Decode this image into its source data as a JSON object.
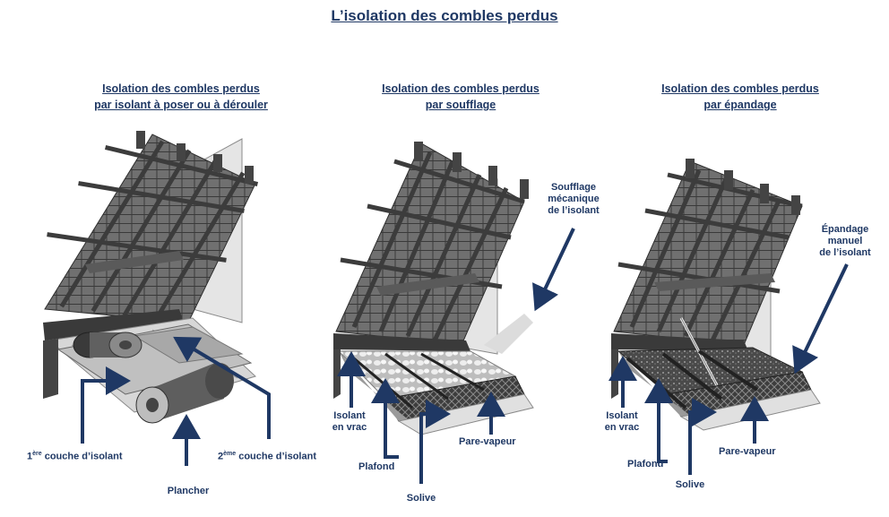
{
  "title": "L’isolation des combles perdus",
  "panels": [
    {
      "title_line1": "Isolation des combles perdus",
      "title_line2": "par isolant à poser ou à dérouler",
      "labels": {
        "layer1_prefix": "1",
        "layer1_sup": "ère",
        "layer1_suffix": " couche d’isolant",
        "layer2_prefix": "2",
        "layer2_sup": "ème",
        "layer2_suffix": " couche d’isolant",
        "floor": "Plancher"
      }
    },
    {
      "title_line1": "Isolation des combles perdus",
      "title_line2": "par soufflage",
      "labels": {
        "method_line1": "Soufflage",
        "method_line2": "mécanique",
        "method_line3": "de l’isolant",
        "bulk_line1": "Isolant",
        "bulk_line2": "en vrac",
        "ceiling": "Plafond",
        "joist": "Solive",
        "vapor": "Pare-vapeur"
      }
    },
    {
      "title_line1": "Isolation des combles perdus",
      "title_line2": "par épandage",
      "labels": {
        "method_line1": "Épandage",
        "method_line2": "manuel",
        "method_line3": "de l’isolant",
        "bulk_line1": "Isolant",
        "bulk_line2": "en vrac",
        "ceiling": "Plafond",
        "joist": "Solive",
        "vapor": "Pare-vapeur"
      }
    }
  ],
  "colors": {
    "title": "#1f3864",
    "arrow": "#1f3864",
    "structure": "#555555",
    "structure_dark": "#2e2e2e",
    "roof_tile": "#6e6e6e"
  }
}
